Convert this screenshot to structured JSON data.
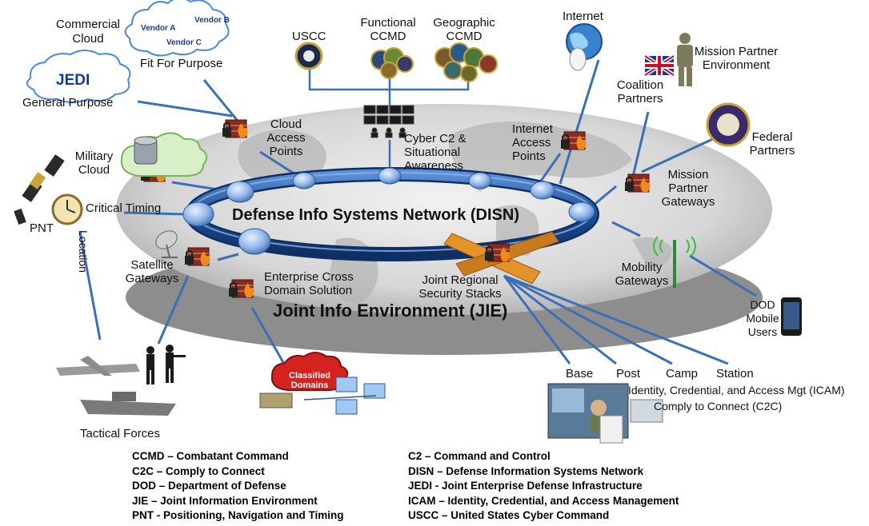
{
  "titles": {
    "disn": "Defense Info Systems Network (DISN)",
    "jie": "Joint Info Environment (JIE)"
  },
  "clouds": {
    "commercial": "Commercial Cloud",
    "vendor_a": "Vendor A",
    "vendor_b": "Vendor B",
    "vendor_c": "Vendor C",
    "fit_for_purpose": "Fit For Purpose",
    "jedi": "JEDI",
    "general_purpose": "General Purpose"
  },
  "top": {
    "usscc": "USCC",
    "functional": "Functional CCMD",
    "geographic": "Geographic CCMD",
    "internet": "Internet",
    "mission_partner_env": "Mission Partner Environment",
    "coalition": "Coalition Partners",
    "federal": "Federal Partners"
  },
  "ring_labels": {
    "cloud_access": "Cloud Access Points",
    "cyber_c2": "Cyber C2 & Situational Awareness",
    "internet_access": "Internet Access Points",
    "mission_gateways": "Mission Partner Gateways",
    "military_cloud": "Military Cloud",
    "critical_timing": "Critical Timing",
    "pnt": "PNT",
    "location": "Location",
    "satellite": "Satellite Gateways",
    "enterprise_cds": "Enterprise Cross Domain Solution",
    "jrss": "Joint Regional Security Stacks",
    "mobility": "Mobility Gateways",
    "dod_mobile": "DOD Mobile Users",
    "classified": "Classified Domains"
  },
  "bottom": {
    "tactical": "Tactical Forces",
    "base": "Base",
    "post": "Post",
    "camp": "Camp",
    "station": "Station",
    "icam": "Identity, Credential, and Access Mgt (ICAM)",
    "c2c": "Comply to Connect (C2C)"
  },
  "legend_left": [
    "CCMD – Combatant Command",
    "C2C – Comply to Connect",
    "DOD – Department of Defense",
    "JIE – Joint Information Environment",
    "PNT - Positioning, Navigation and Timing"
  ],
  "legend_right": [
    "C2 – Command and Control",
    "DISN – Defense Information Systems Network",
    "JEDI - Joint Enterprise Defense Infrastructure",
    "ICAM – Identity, Credential, and Access Management",
    "USCC – United States Cyber Command"
  ],
  "colors": {
    "line_blue": "#3d6fb6",
    "ring_blue": "#1d4f96",
    "firewall_red": "#8a2b1e",
    "flame": "#f08a1c",
    "disc_grey": "#c9c9c9",
    "jrss_orange": "#e3932a",
    "classified_red": "#d4231f"
  }
}
